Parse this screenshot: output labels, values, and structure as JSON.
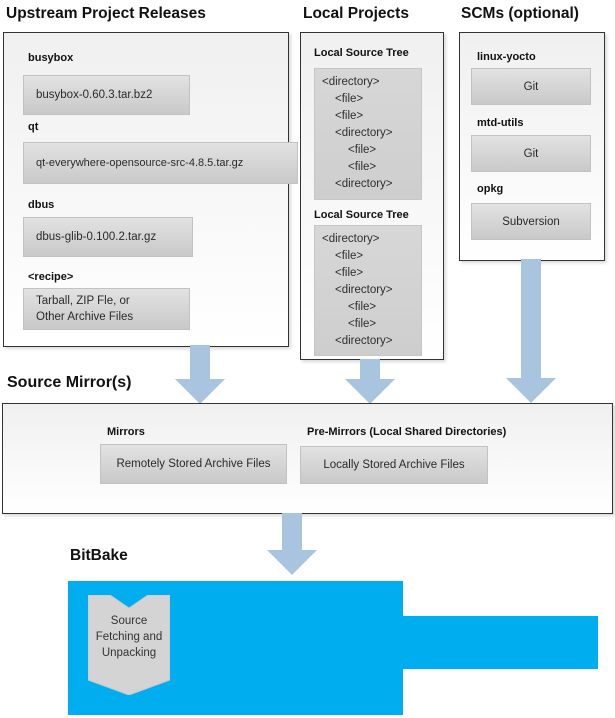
{
  "colors": {
    "blue": "#00aef0",
    "arrow": "#a9c4de",
    "gray": "#d4d4d4"
  },
  "upstream": {
    "title": "Upstream Project Releases",
    "items": [
      {
        "label": "busybox",
        "file": "busybox-0.60.3.tar.bz2"
      },
      {
        "label": "qt",
        "file": "qt-everywhere-opensource-src-4.8.5.tar.gz"
      },
      {
        "label": "dbus",
        "file": "dbus-glib-0.100.2.tar.gz"
      },
      {
        "label": "<recipe>",
        "file": "Tarball, ZIP Fle, or\nOther Archive Files"
      }
    ]
  },
  "local_projects": {
    "title": "Local Projects",
    "trees": [
      {
        "label": "Local Source Tree",
        "lines": [
          "<directory>",
          "<file>",
          "<file>",
          "<directory>",
          "<file>",
          "<file>",
          "<directory>"
        ]
      },
      {
        "label": "Local Source Tree",
        "lines": [
          "<directory>",
          "<file>",
          "<file>",
          "<directory>",
          "<file>",
          "<file>",
          "<directory>"
        ]
      }
    ]
  },
  "scms": {
    "title": "SCMs (optional)",
    "items": [
      {
        "label": "linux-yocto",
        "scm": "Git"
      },
      {
        "label": "mtd-utils",
        "scm": "Git"
      },
      {
        "label": "opkg",
        "scm": "Subversion"
      }
    ]
  },
  "source_mirrors": {
    "title": "Source Mirror(s)",
    "mirrors_label": "Mirrors",
    "mirrors_box": "Remotely Stored Archive Files",
    "premirrors_label": "Pre-Mirrors (Local Shared Directories)",
    "premirrors_box": "Locally Stored Archive Files"
  },
  "bitbake": {
    "title": "BitBake",
    "process_lines": [
      "Source",
      "Fetching and",
      "Unpacking"
    ]
  }
}
